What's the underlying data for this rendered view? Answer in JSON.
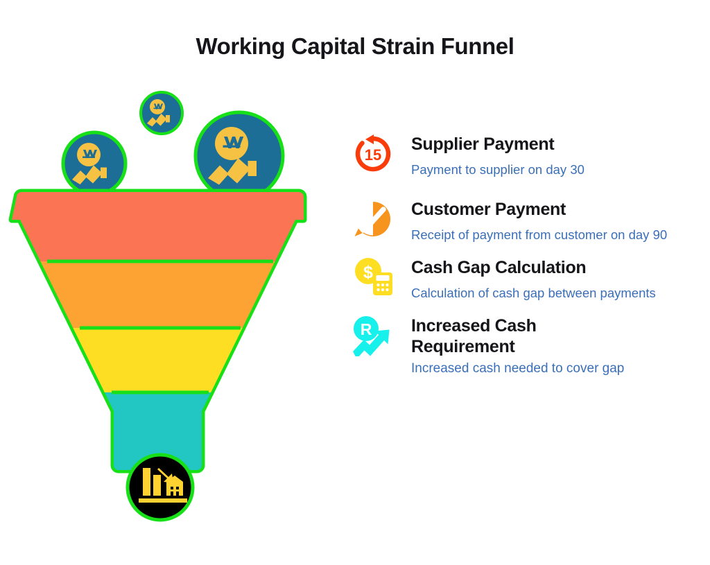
{
  "header": {
    "title": "Working Capital Strain Funnel"
  },
  "funnel": {
    "name": "working-capital-strain-funnel",
    "outline_color": "#18E018",
    "bands": [
      {
        "label": "stage-1",
        "color": "#FB7453"
      },
      {
        "label": "stage-2",
        "color": "#FCA333"
      },
      {
        "label": "stage-3",
        "color": "#FDDE22"
      },
      {
        "label": "stage-4",
        "color": "#22C6C3"
      }
    ],
    "top_coins": [
      {
        "name": "won-growth-coin-left",
        "size": "medium",
        "circle_color": "#1D6E96",
        "symbol_color": "#F5C243",
        "symbol": "₩"
      },
      {
        "name": "won-growth-coin-center",
        "size": "small",
        "circle_color": "#1D6E96",
        "symbol_color": "#F5C243",
        "symbol": "₩"
      },
      {
        "name": "won-growth-coin-right",
        "size": "large",
        "circle_color": "#1D6E96",
        "symbol_color": "#F5C243",
        "symbol": "₩"
      }
    ],
    "outlet_icon": {
      "name": "declining-bar-chart-icon",
      "circle_color": "#000000",
      "symbol_color": "#FDD231"
    }
  },
  "legend": {
    "items": [
      {
        "icon": "rewind-15-icon",
        "icon_color": "#FA3C0A",
        "icon_badge": "15",
        "title": "Supplier Payment",
        "desc": "Payment to supplier on day 30"
      },
      {
        "icon": "chat-check-icon",
        "icon_color": "#F7941D",
        "icon_badge": "",
        "title": "Customer Payment",
        "desc": "Receipt of payment from customer on day 90"
      },
      {
        "icon": "coin-calculator-icon",
        "icon_color": "#FDDE22",
        "icon_badge": "$",
        "title": "Cash Gap Calculation",
        "desc": "Calculation of cash gap between payments"
      },
      {
        "icon": "rand-growth-arrow-icon",
        "icon_color": "#18F0EC",
        "icon_badge": "R",
        "title": "Increased Cash Requirement",
        "desc": "Increased cash needed to cover gap"
      }
    ]
  },
  "colors": {
    "title_text": "#16161a",
    "desc_text": "#3a6fb8",
    "background": "#ffffff"
  }
}
